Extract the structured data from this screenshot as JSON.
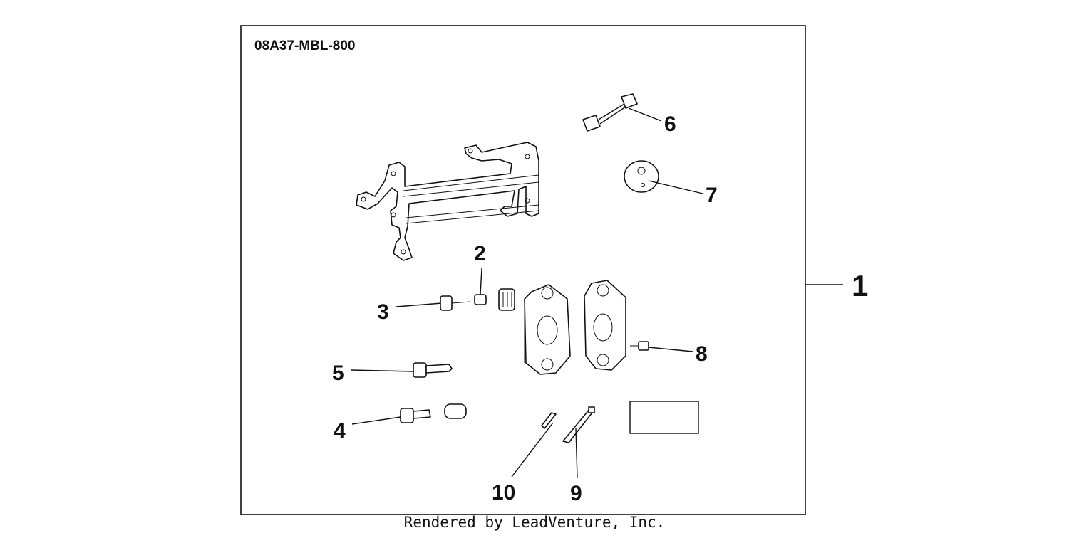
{
  "diagram": {
    "kit_code": "08A37-MBL-800",
    "footer": "Rendered by LeadVenture, Inc.",
    "callouts": [
      {
        "id": "1",
        "label": "1"
      },
      {
        "id": "2",
        "label": "2"
      },
      {
        "id": "3",
        "label": "3"
      },
      {
        "id": "4",
        "label": "4"
      },
      {
        "id": "5",
        "label": "5"
      },
      {
        "id": "6",
        "label": "6"
      },
      {
        "id": "7",
        "label": "7"
      },
      {
        "id": "8",
        "label": "8"
      },
      {
        "id": "9",
        "label": "9"
      },
      {
        "id": "10",
        "label": "10"
      }
    ]
  }
}
